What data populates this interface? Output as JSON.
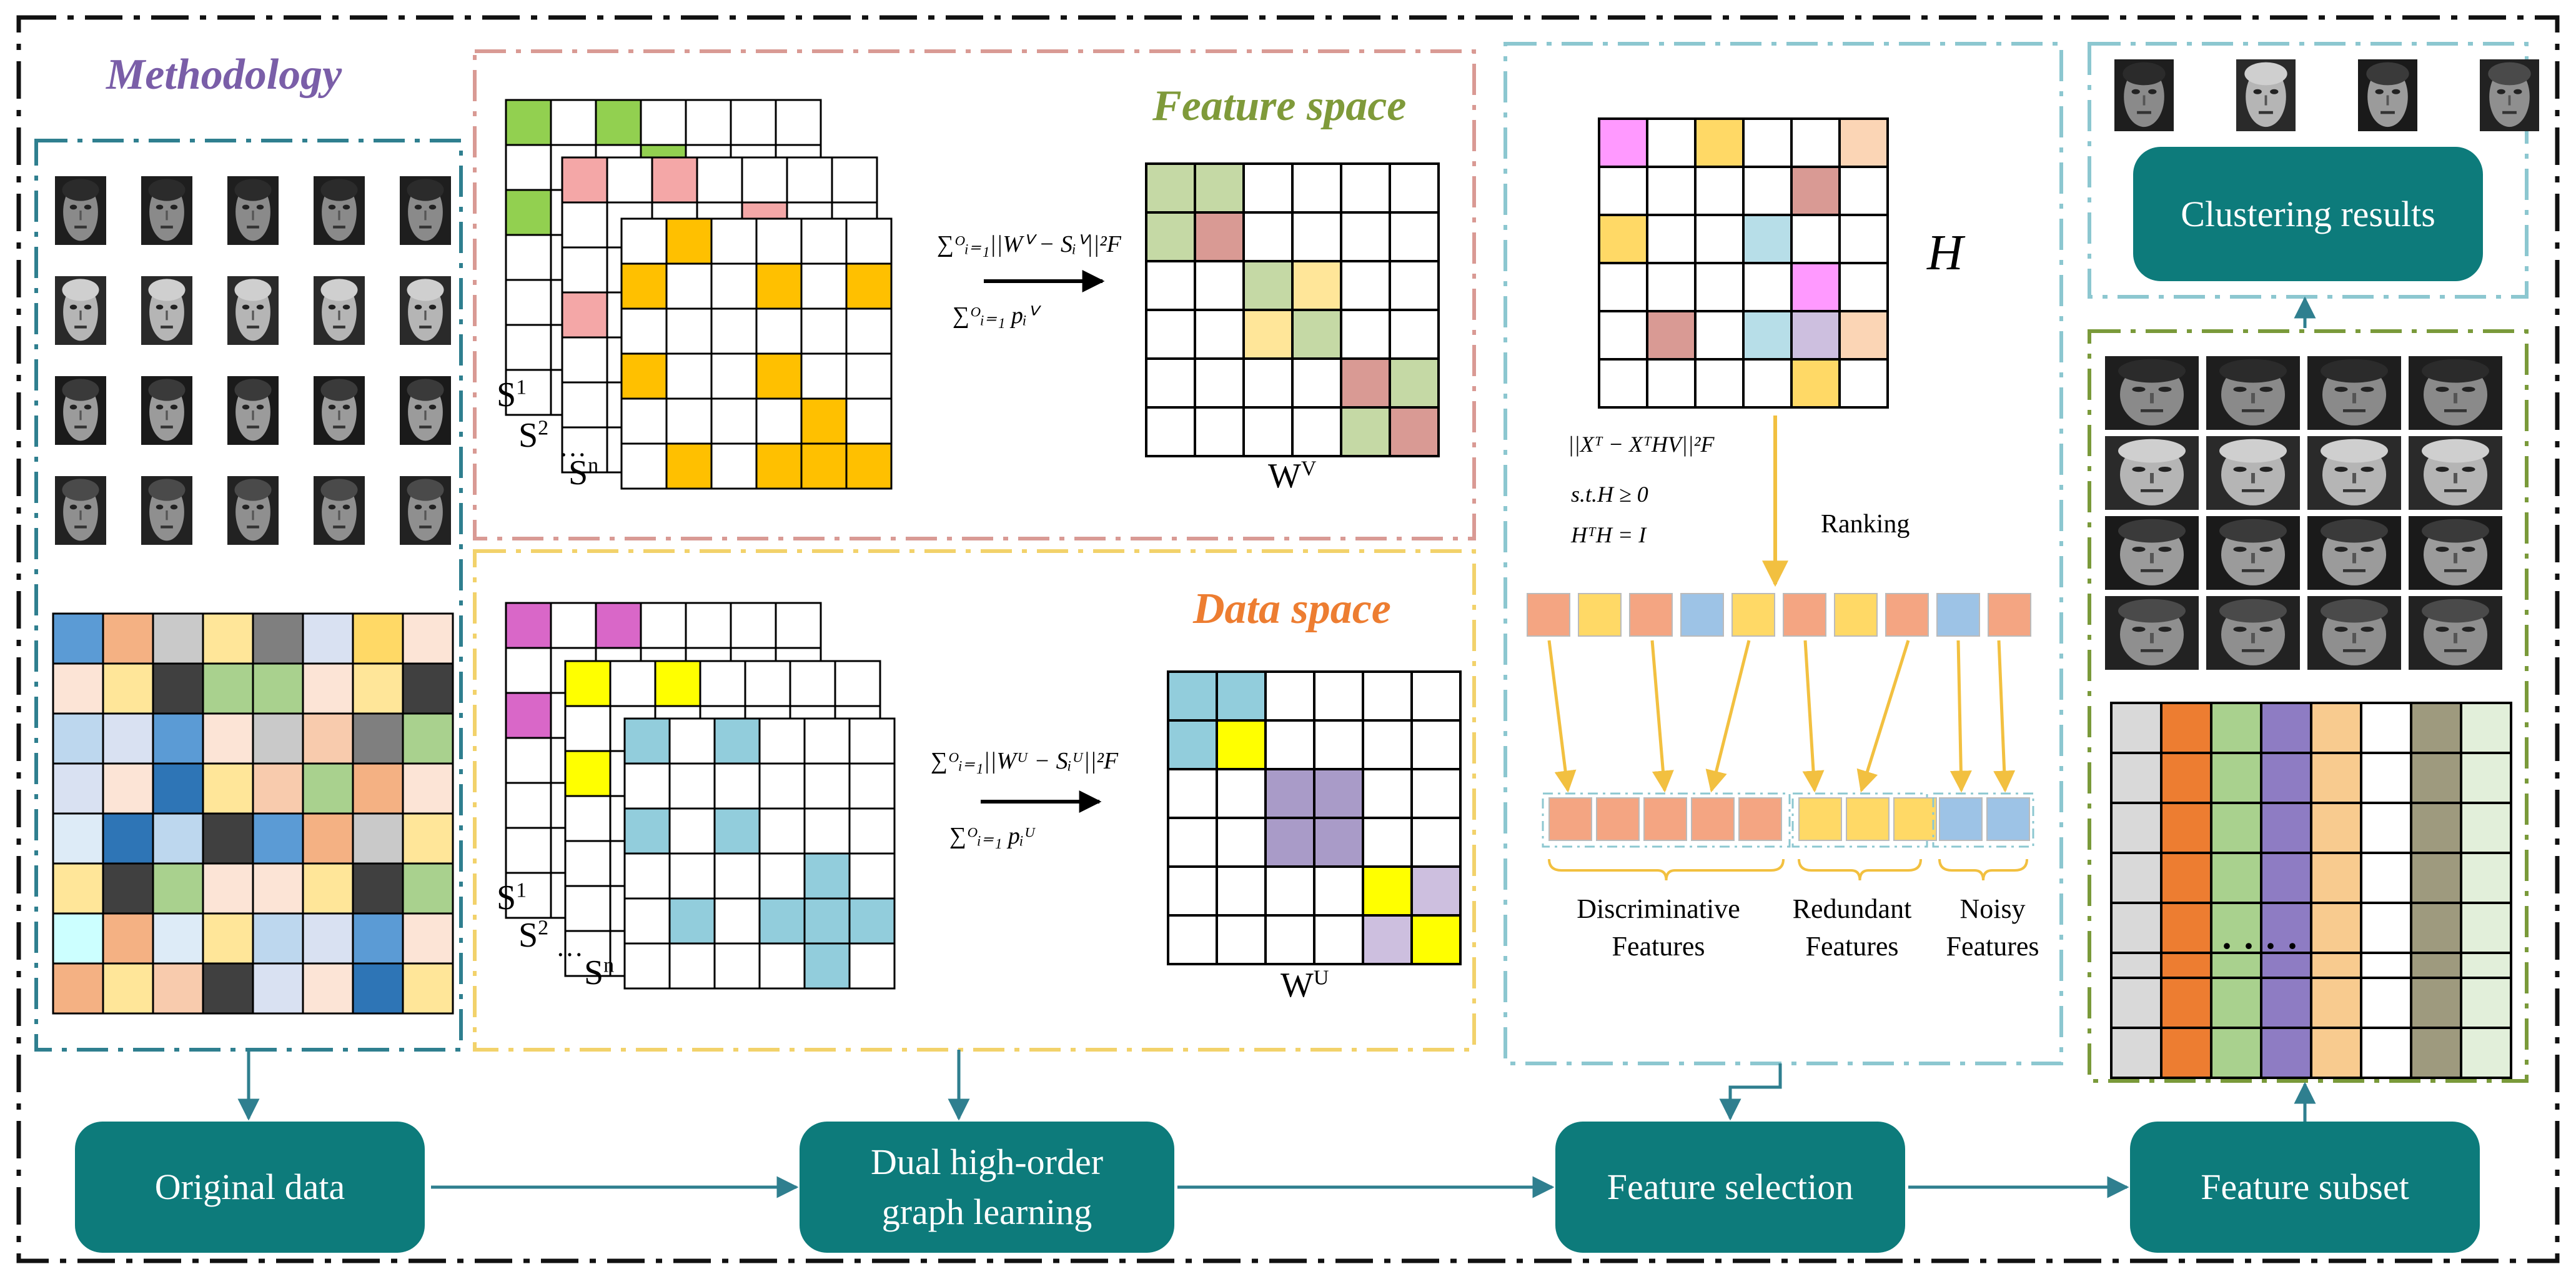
{
  "header": {
    "methodology_title": "Methodology",
    "feature_space_title": "Feature space",
    "data_space_title": "Data space"
  },
  "colors": {
    "teal_node": "#0d7b7b",
    "methodology_text": "#7a5ea8",
    "feature_space_text": "#7f9a3a",
    "data_space_text": "#ed7d31",
    "border_teal": "#2f7f8f",
    "border_pink": "#d99a94",
    "border_yellow": "#f2d26b",
    "border_cyan": "#8cc7d0",
    "border_olive": "#7a9a3a"
  },
  "feature_space": {
    "stack_labels": [
      "S",
      "S",
      "S"
    ],
    "stack_sups": [
      "1",
      "2",
      "n"
    ],
    "ellipsis": "…",
    "formula_numerator": "∑ᴼᵢ₌₁||Wⱽ − Sᵢⱽ||²F",
    "formula_denominator": "∑ᴼᵢ₌₁ pᵢⱽ",
    "result_label": "W",
    "result_sup": "V"
  },
  "data_space": {
    "stack_labels": [
      "S",
      "S",
      "S"
    ],
    "stack_sups": [
      "1",
      "2",
      "n"
    ],
    "ellipsis": "…",
    "formula_numerator": "∑ᴼᵢ₌₁||Wᵁ − Sᵢᵁ||²F",
    "formula_denominator": "∑ᴼᵢ₌₁ pᵢᵁ",
    "result_label": "W",
    "result_sup": "U"
  },
  "selection": {
    "h_label": "H",
    "objective": "||Xᵀ − XᵀHV||²F",
    "constraint1": "s.t.H ≥ 0",
    "constraint2": "HᵀH = I",
    "ranking_label": "Ranking",
    "groups": [
      {
        "line1": "Discriminative",
        "line2": "Features"
      },
      {
        "line1": "Redundant",
        "line2": "Features"
      },
      {
        "line1": "Noisy",
        "line2": "Features"
      }
    ]
  },
  "results": {
    "clustering_label": "Clustering results",
    "dots": "·     ·     ·     ·"
  },
  "pipeline": {
    "nodes": [
      {
        "line1": "Original data",
        "line2": ""
      },
      {
        "line1": "Dual high-order",
        "line2": "graph learning"
      },
      {
        "line1": "Feature selection",
        "line2": ""
      },
      {
        "line1": "Feature subset",
        "line2": ""
      }
    ]
  },
  "icons": [
    "arrow-right-icon",
    "arrow-down-icon",
    "arrow-up-icon",
    "face-thumbnail-icon"
  ]
}
